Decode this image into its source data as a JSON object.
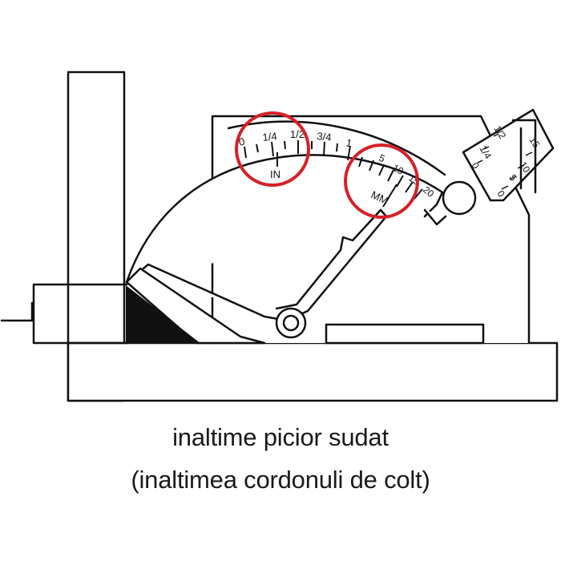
{
  "diagram": {
    "stroke_color": "#111111",
    "highlight_color": "#d62027",
    "fill_color": "#111111",
    "inch_scale": {
      "ticks": [
        "0",
        "1/4",
        "1/2",
        "3/4",
        "1"
      ],
      "unit": "IN"
    },
    "mm_scale": {
      "ticks": [
        "5",
        "10",
        "15",
        "20"
      ],
      "unit": "MM"
    },
    "side_scale": {
      "inch_ticks": [
        "0",
        "1/4",
        "1/2"
      ],
      "mm_ticks": [
        "0",
        "5",
        "10",
        "15"
      ]
    }
  },
  "caption": {
    "line1": "inaltime picior sudat",
    "line2": "(inaltimea cordonuli de colt)"
  }
}
